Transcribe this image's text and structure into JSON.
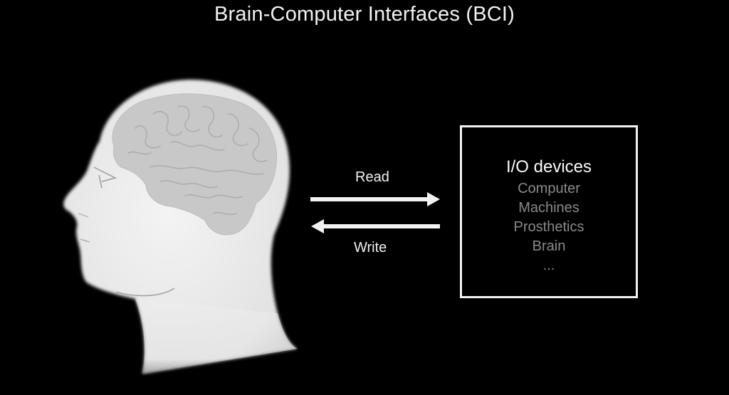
{
  "title": "Brain-Computer Interfaces (BCI)",
  "arrows": {
    "read_label": "Read",
    "write_label": "Write"
  },
  "io_box": {
    "heading": "I/O devices",
    "items": [
      "Computer",
      "Machines",
      "Prosthetics",
      "Brain",
      "..."
    ]
  },
  "colors": {
    "background": "#000000",
    "foreground": "#f2f2f2",
    "muted": "#8a8a8a",
    "head_fill": "#ececec",
    "brain_fill": "#c9c9c9"
  }
}
